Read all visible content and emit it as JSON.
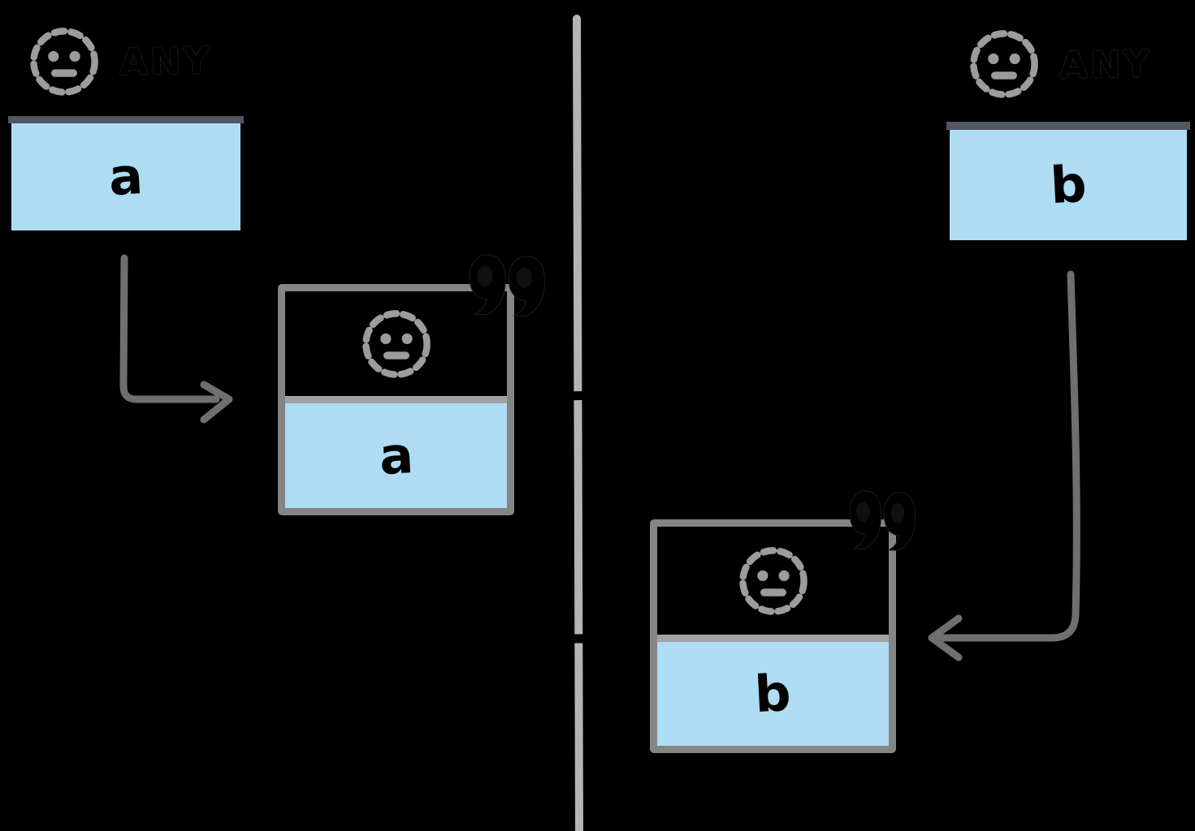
{
  "colors": {
    "background": "#000000",
    "card_blue": "#addcf3",
    "top_card_divider": "#515763",
    "mid_card_divider": "#a2a2a2",
    "mid_card_border": "#858585",
    "smiley_gray": "#9c9c9c",
    "arrow_gray": "#6f6f6f",
    "swimlane_gray": "#b4b4b4",
    "ink_black": "#000000"
  },
  "cards": {
    "source_a": {
      "header_label": "ANY",
      "body_label": "a",
      "header_icon": "dashed-smiley-face"
    },
    "source_b": {
      "header_label": "ANY",
      "body_label": "b",
      "header_icon": "dashed-smiley-face"
    },
    "instance_a": {
      "body_label": "a",
      "header_icon": "dashed-smiley-face",
      "corner_icon": "double-quote"
    },
    "instance_b": {
      "body_label": "b",
      "header_icon": "dashed-smiley-face",
      "corner_icon": "double-quote"
    }
  },
  "icons": {
    "smiley": "dashed-smiley-face",
    "quote": "double-quote"
  },
  "arrows": {
    "source_a_to_instance_a": {
      "color": "#6f6f6f",
      "direction": "down-right"
    },
    "source_b_to_instance_b": {
      "color": "#6f6f6f",
      "direction": "down-left"
    },
    "cross_divider_right": {
      "color": "#000000",
      "direction": "right"
    },
    "cross_divider_left": {
      "color": "#000000",
      "direction": "left"
    }
  }
}
